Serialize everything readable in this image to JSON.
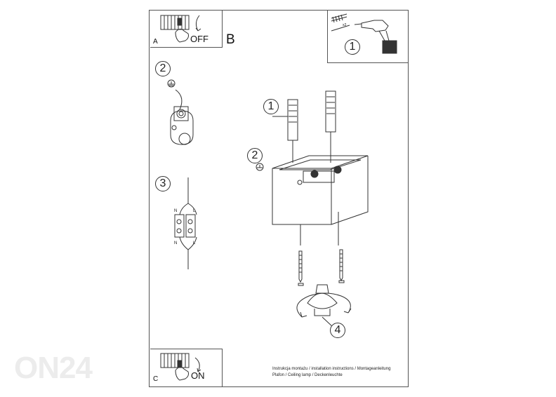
{
  "watermark": "ON24",
  "section_a": {
    "letter": "A",
    "action": "OFF"
  },
  "section_b": {
    "letter": "B"
  },
  "section_c": {
    "letter": "C",
    "action": "ON"
  },
  "steps": {
    "s1": "1",
    "s2": "2",
    "s3": "3",
    "s4": "4"
  },
  "dowel_count": "x2",
  "terminal_labels": {
    "n_top": "N",
    "l_top": "L",
    "n_bottom": "N",
    "l_bottom": "L"
  },
  "caption": {
    "line1": "Instrukcja montażu / installation instructions / Montageanleitung",
    "line2": "Plafon / Ceiling lamp / Deckenleuchte"
  },
  "icons": [
    "fuse-box-icon",
    "hand-icon",
    "drill-icon",
    "screw-icon",
    "ground-symbol-icon",
    "terminal-block-icon",
    "gu10-bulb-icon",
    "rotate-arrow-icon"
  ]
}
